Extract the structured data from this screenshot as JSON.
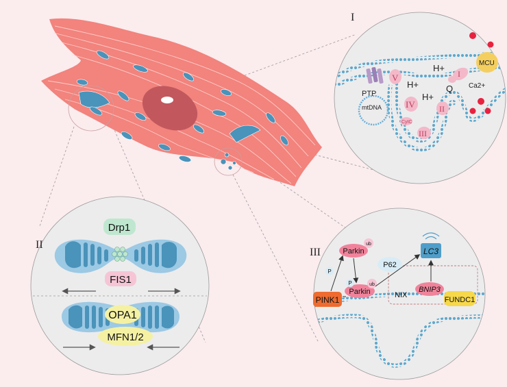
{
  "panels": {
    "one": {
      "label": "I"
    },
    "two": {
      "label": "II"
    },
    "three": {
      "label": "III"
    }
  },
  "panel1": {
    "ptp": "PTP",
    "mtdna": "mtDNA",
    "hplus": [
      "H+",
      "H+",
      "H+"
    ],
    "complexes": {
      "c1": "I",
      "c2": "II",
      "c3": "III",
      "c4": "IV",
      "c5": "V",
      "q": "Q",
      "cytc": "CytC"
    },
    "mcu": "MCU",
    "ca": "Ca2+"
  },
  "panel2": {
    "drp1": "Drp1",
    "fis1": "FIS1",
    "opa1": "OPA1",
    "mfn": "MFN1/2"
  },
  "panel3": {
    "parkin_top": "Parkin",
    "parkin_mid": "Parkin",
    "ub": "ub",
    "p": "P",
    "p62": "P62",
    "lc3": "LC3",
    "pink1": "PINK1",
    "nix": "NIX",
    "bnip3": "BNIP3",
    "fundc1": "FUNDC1"
  },
  "colors": {
    "cell": "#f2837d",
    "cell_dark": "#c2585d",
    "mito": "#4a93ba",
    "membrane": "#5ea8cc",
    "circle_bg": "#ececed",
    "drp1": "#bfe7cf",
    "fis1": "#f6c5d5",
    "opa1": "#f5f1a3",
    "mfn": "#f5f1a3",
    "pink1": "#ef6b2f",
    "parkin": "#f0839b",
    "lc3": "#4f9ec9",
    "fundc1": "#f6d84a",
    "p62": "#d9ecf5",
    "ca": "#e8223e",
    "mcu": "#f4cf5f",
    "ptp": "#b79ac8"
  }
}
